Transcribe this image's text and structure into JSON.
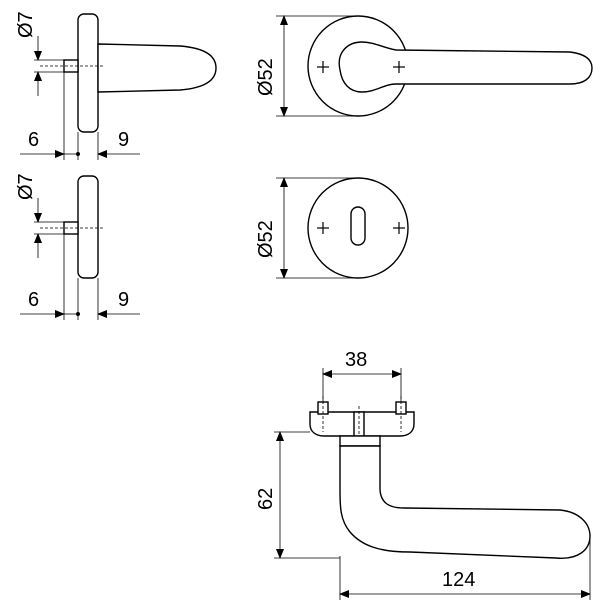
{
  "dimensions": {
    "side_top_pin_diameter": "Ø7",
    "side_top_left": "6",
    "side_top_right": "9",
    "side_bottom_pin_diameter": "Ø7",
    "side_bottom_left": "6",
    "side_bottom_right": "9",
    "rose_diameter": "Ø52",
    "escutcheon_diameter": "Ø52",
    "fixing_spacing": "38",
    "lever_height": "62",
    "lever_length": "124"
  }
}
